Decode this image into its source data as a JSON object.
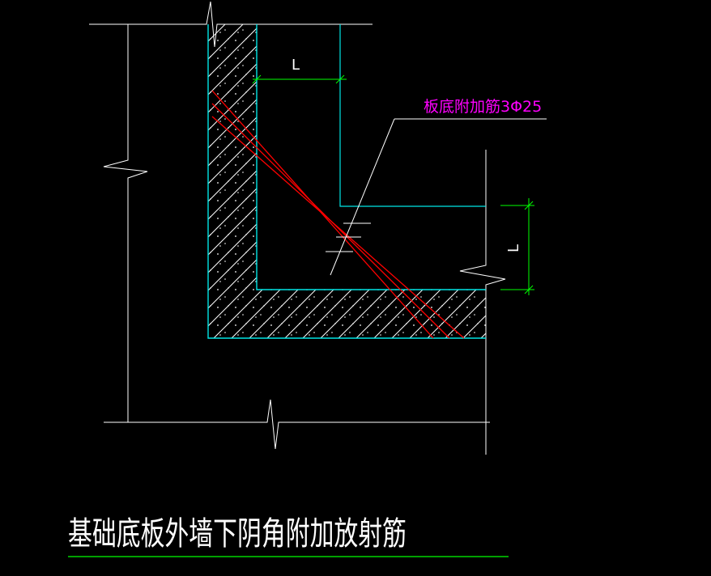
{
  "drawing": {
    "title": "基础底板外墙下阴角附加放射筋",
    "callout_label": "板底附加筋3Φ25",
    "dim_label_top": "L",
    "dim_label_right": "L"
  },
  "colors": {
    "background": "#000000",
    "outline": "#ffffff",
    "concrete_edge": "#00e5e5",
    "rebar": "#ff0000",
    "dimension": "#00ff00",
    "callout_text": "#ff00ff",
    "title_underline": "#00ff00",
    "hatch": "#ffffff"
  }
}
